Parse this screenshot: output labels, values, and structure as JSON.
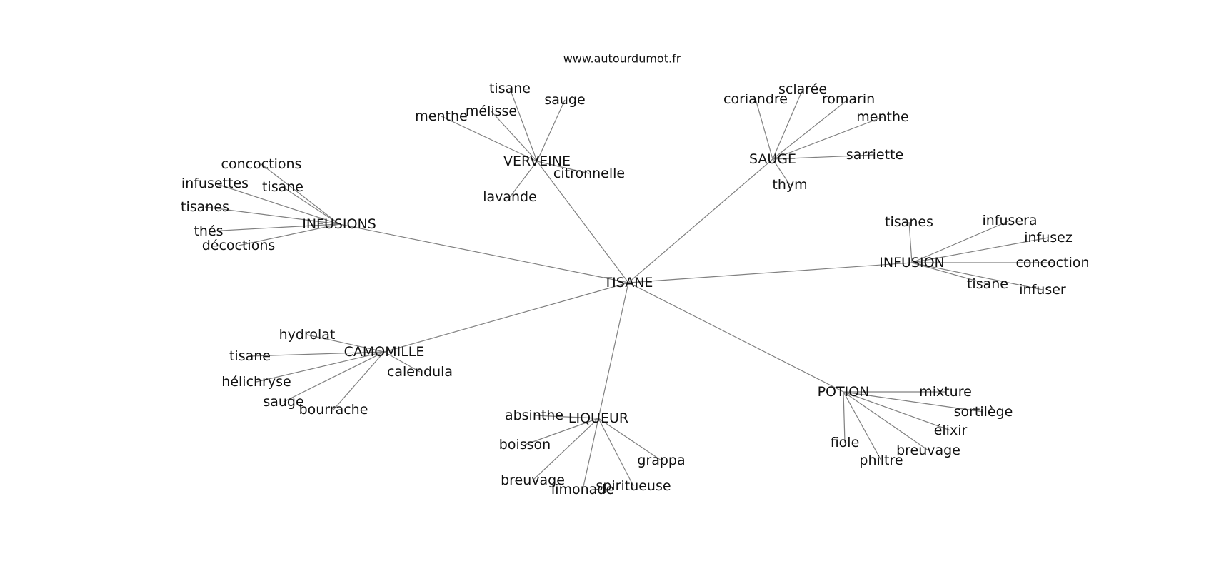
{
  "watermark": "www.autourdumot.fr",
  "colors": {
    "edge": "#808080",
    "text": "#111111",
    "background": "#ffffff"
  },
  "graph": {
    "root": "TISANE",
    "groups": [
      {
        "hub": "VERVEINE",
        "leaves": [
          "tisane",
          "sauge",
          "mélisse",
          "menthe",
          "citronnelle",
          "lavande"
        ]
      },
      {
        "hub": "SAUGE",
        "leaves": [
          "sclarée",
          "coriandre",
          "romarin",
          "menthe",
          "sarriette",
          "thym"
        ]
      },
      {
        "hub": "INFUSIONS",
        "leaves": [
          "concoctions",
          "infusettes",
          "tisane",
          "tisanes",
          "thés",
          "décoctions"
        ]
      },
      {
        "hub": "INFUSION",
        "leaves": [
          "tisanes",
          "infusera",
          "infusez",
          "concoction",
          "tisane",
          "infuser"
        ]
      },
      {
        "hub": "CAMOMILLE",
        "leaves": [
          "hydrolat",
          "tisane",
          "calendula",
          "hélichryse",
          "sauge",
          "bourrache"
        ]
      },
      {
        "hub": "LIQUEUR",
        "leaves": [
          "absinthe",
          "boisson",
          "grappa",
          "breuvage",
          "limonade",
          "spiritueuse"
        ]
      },
      {
        "hub": "POTION",
        "leaves": [
          "mixture",
          "sortilège",
          "élixir",
          "breuvage",
          "fiole",
          "philtre"
        ]
      }
    ]
  }
}
